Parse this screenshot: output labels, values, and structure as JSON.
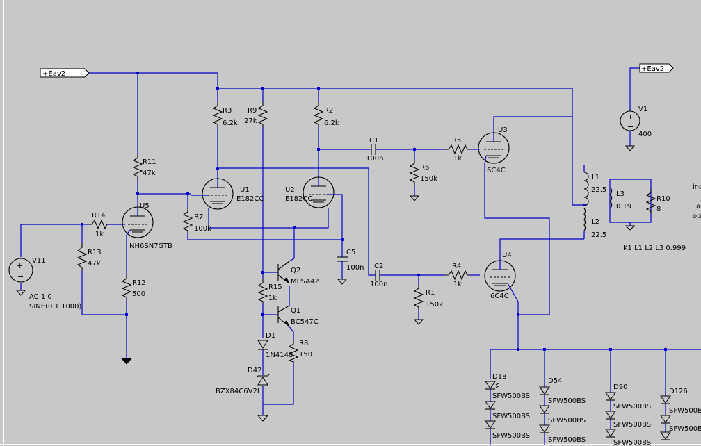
{
  "labels": {
    "eav2_left": "+Eav2",
    "eav2_right": "+Eav2",
    "r3_name": "R3",
    "r3_val": "6.2k",
    "r9_name": "R9",
    "r9_val": "27k",
    "r2_name": "R2",
    "r2_val": "6.2k",
    "r11_name": "R11",
    "r11_val": "47k",
    "r14_name": "R14",
    "r14_val": "1k",
    "r13_name": "R13",
    "r13_val": "47k",
    "r12_name": "R12",
    "r12_val": "500",
    "r7_name": "R7",
    "r7_val": "100k",
    "r15_name": "R15",
    "r15_val": "1k",
    "r8_name": "R8",
    "r8_val": "150",
    "r6_name": "R6",
    "r6_val": "150k",
    "r1_name": "R1",
    "r1_val": "150k",
    "r5_name": "R5",
    "r5_val": "1k",
    "r4_name": "R4",
    "r4_val": "1k",
    "r10_name": "R10",
    "r10_val": "8",
    "c1_name": "C1",
    "c1_val": "100n",
    "c2_name": "C2",
    "c2_val": "100n",
    "c5_name": "C5",
    "c5_val": "100n",
    "u1_name": "U1",
    "u1_part": "E182CC",
    "u2_name": "U2",
    "u2_part": "E182CC",
    "u3_name": "U3",
    "u3_part": "6C4C",
    "u4_name": "U4",
    "u4_part": "6C4C",
    "u5_name": "U5",
    "u5_part": "NH6SN7GTB",
    "q1_name": "Q1",
    "q1_part": "BC547C",
    "q2_name": "Q2",
    "q2_part": "MPSA42",
    "d1_name": "D1",
    "d1_part": "1N4148",
    "d42_name": "D42",
    "d42_part": "BZX84C6V2L",
    "v1_name": "V1",
    "v1_val": "400",
    "v11_name": "V11",
    "v11_ac": "AC 1 0",
    "v11_sine": "SINE(0 1 1000)",
    "l1_name": "L1",
    "l1_val": "22.5",
    "l2_name": "L2",
    "l2_val": "22.5",
    "l3_name": "L3",
    "l3_val": "0.19",
    "coupling": "K1 L1 L2 L3 0.999",
    "d18_name": "D18",
    "d54_name": "D54",
    "d90_name": "D90",
    "d126_name": "D126",
    "led_part": "SFW500BS",
    "edge_text_1": "inc",
    "edge_text_2": ".ac",
    "edge_text_3": "op"
  }
}
